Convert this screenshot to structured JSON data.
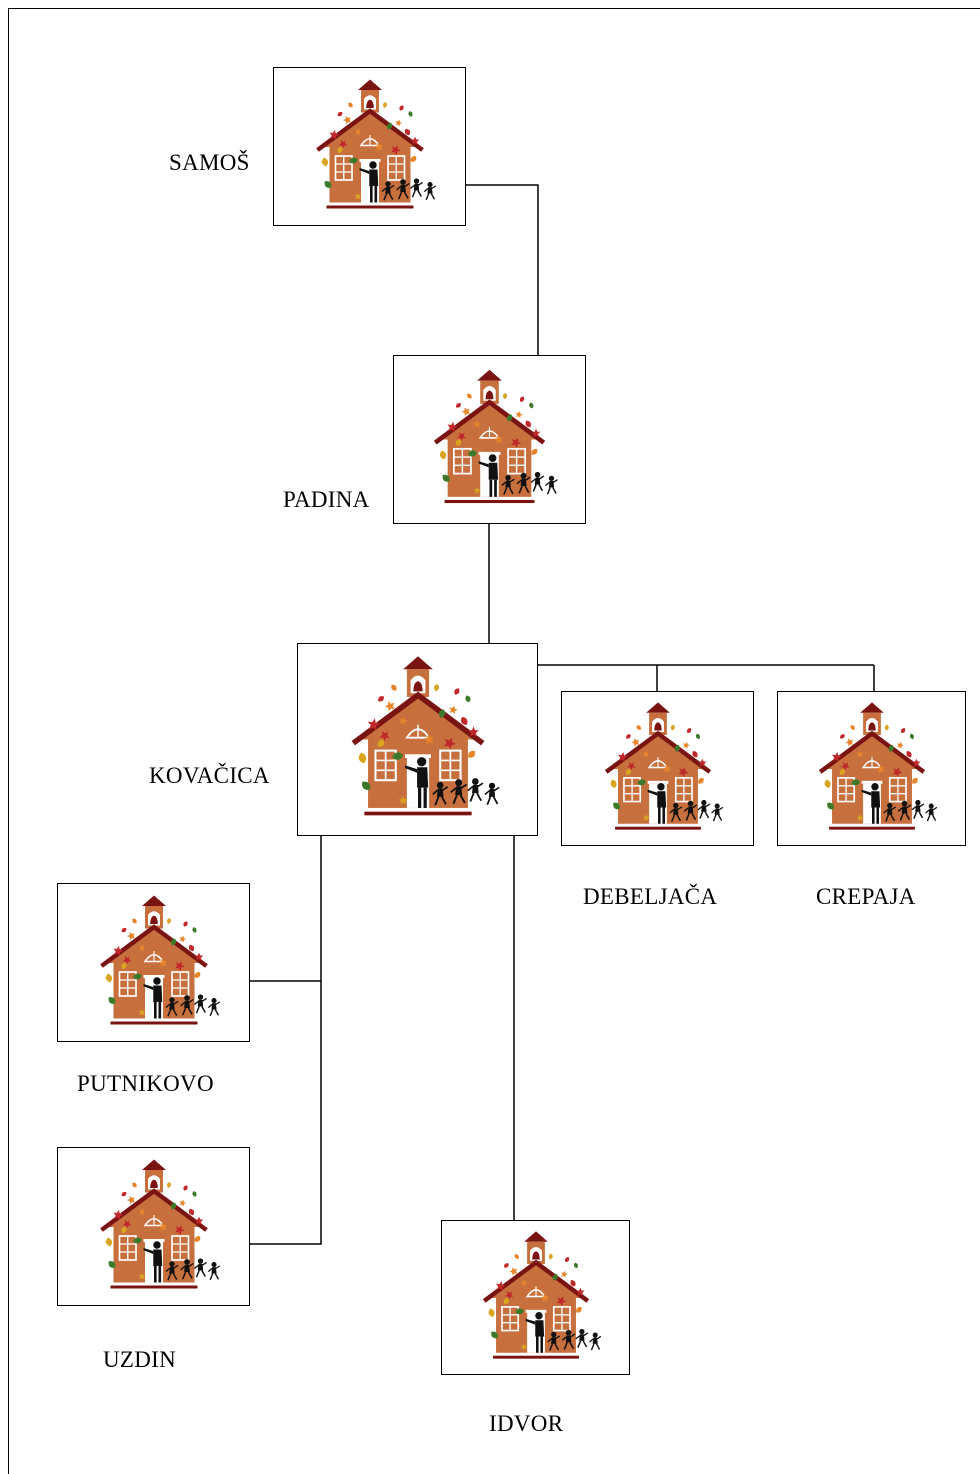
{
  "diagram": {
    "nodes": [
      {
        "id": "samos",
        "label": "SAMOŠ",
        "icon": "schoolhouse-icon"
      },
      {
        "id": "padina",
        "label": "PADINA",
        "icon": "schoolhouse-icon"
      },
      {
        "id": "kovacica",
        "label": "KOVAČICA",
        "icon": "schoolhouse-icon"
      },
      {
        "id": "debeljaca",
        "label": "DEBELJAČA",
        "icon": "schoolhouse-icon"
      },
      {
        "id": "crepaja",
        "label": "CREPAJA",
        "icon": "schoolhouse-icon"
      },
      {
        "id": "putnikovo",
        "label": "PUTNIKOVO",
        "icon": "schoolhouse-icon"
      },
      {
        "id": "uzdin",
        "label": "UZDIN",
        "icon": "schoolhouse-icon"
      },
      {
        "id": "idvor",
        "label": "IDVOR",
        "icon": "schoolhouse-icon"
      }
    ],
    "edges": [
      [
        "samos",
        "padina"
      ],
      [
        "padina",
        "kovacica"
      ],
      [
        "kovacica",
        "debeljaca"
      ],
      [
        "kovacica",
        "crepaja"
      ],
      [
        "kovacica",
        "putnikovo"
      ],
      [
        "kovacica",
        "uzdin"
      ],
      [
        "kovacica",
        "idvor"
      ]
    ]
  },
  "colors": {
    "wall": "#C8703D",
    "roof": "#7A1412",
    "window": "#FFFFFF",
    "silhouette": "#111111",
    "leaf_red": "#C0282A",
    "leaf_orange": "#E8852A",
    "leaf_yellow": "#D9A520",
    "leaf_green": "#3C7A2A"
  }
}
